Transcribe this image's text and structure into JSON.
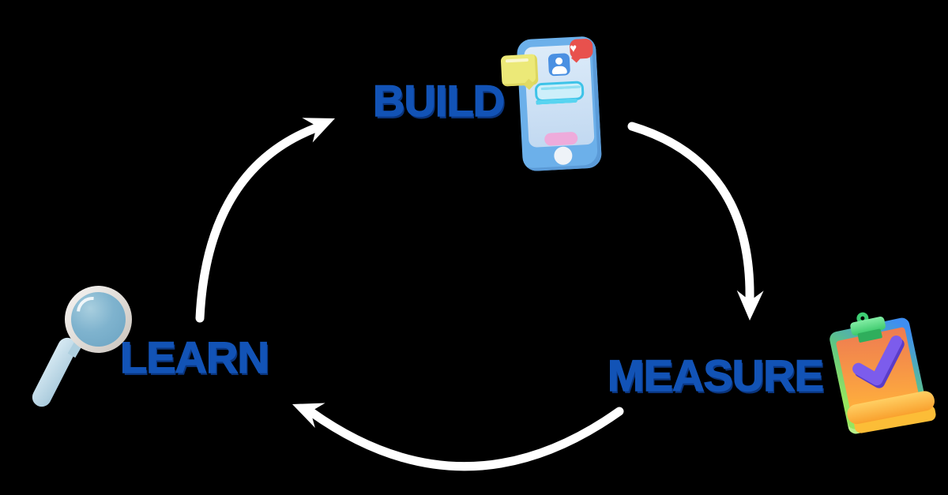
{
  "diagram": {
    "type": "cycle",
    "name": "build-measure-learn-feedback-loop",
    "steps": [
      {
        "id": "build",
        "label": "BUILD",
        "icon": "smartphone-app-icon"
      },
      {
        "id": "measure",
        "label": "MEASURE",
        "icon": "clipboard-checklist-icon"
      },
      {
        "id": "learn",
        "label": "LEARN",
        "icon": "magnifying-glass-icon"
      }
    ],
    "arrows": [
      {
        "from": "learn",
        "to": "build"
      },
      {
        "from": "build",
        "to": "measure"
      },
      {
        "from": "measure",
        "to": "learn"
      }
    ],
    "colors": {
      "background": "#000000",
      "label_text": "#1253b6",
      "label_shadow": "#0a357e",
      "arrow": "#ffffff",
      "phone_body": "#6cb0ea",
      "phone_screen": "#dcebf9",
      "avatar_tile": "#4a90e2",
      "heart_bubble": "#e8514d",
      "chat_bubble": "#ece978",
      "message_box_border": "#3ec3e8",
      "list_bar": "#58d4f0",
      "pink_button": "#eeabdb",
      "lens_blue": "#7fb3ce",
      "handle_blue": "#bcd9e8",
      "clipboard_blue": "#3e8ef2",
      "clipboard_green": "#97e55f",
      "paper_coral": "#ee7b52",
      "paper_orange": "#ffb03c",
      "checkmark_purple": "#7c5cec",
      "clip_green": "#3ecf74"
    }
  }
}
